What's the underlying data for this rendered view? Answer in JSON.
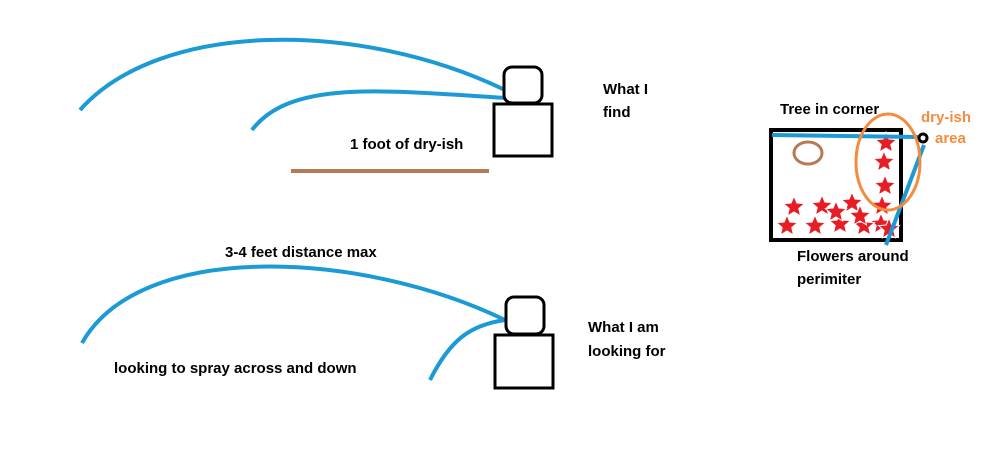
{
  "labels": {
    "what_i_find_1": "What I",
    "what_i_find_2": "find",
    "dry_foot": "1 foot of dry-ish",
    "distance_max": "3-4 feet distance max",
    "looking_for_1": "What I am",
    "looking_for_2": "looking for",
    "spray_desc": "looking to spray across and down",
    "tree_corner": "Tree in corner",
    "dry_area_1": "dry-ish",
    "dry_area_2": "area",
    "flowers_1": "Flowers around",
    "flowers_2": "perimiter"
  },
  "colors": {
    "water": "#1b9ad6",
    "dry": "#b57b57",
    "flower": "#e81c24",
    "highlight": "#f58b3c"
  }
}
